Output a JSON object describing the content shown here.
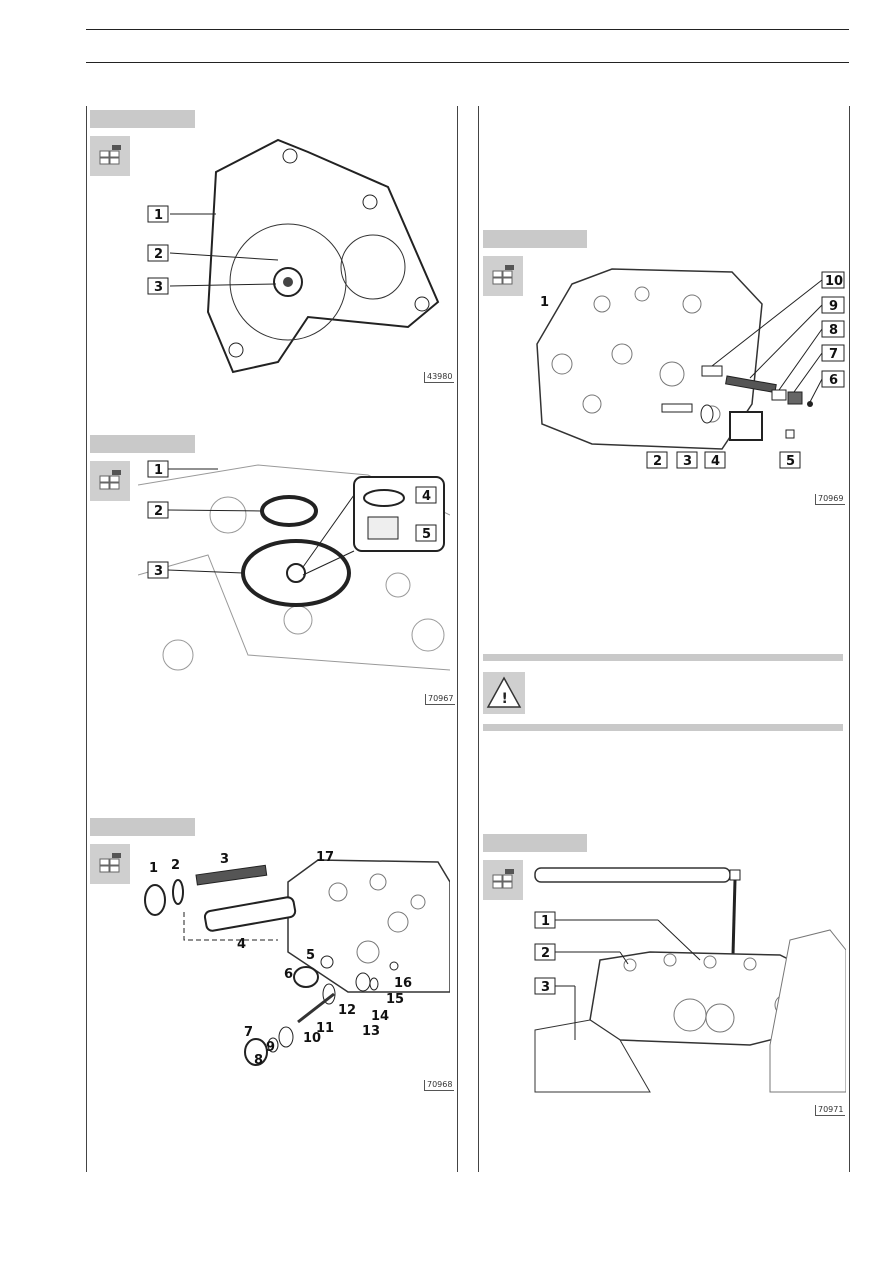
{
  "figures": {
    "fig1": {
      "number": "43980",
      "callouts": [
        "1",
        "2",
        "3"
      ]
    },
    "fig2": {
      "number": "70967",
      "callouts": [
        "1",
        "2",
        "3",
        "4",
        "5"
      ]
    },
    "fig3": {
      "number": "70968",
      "callouts": [
        "1",
        "2",
        "3",
        "4",
        "5",
        "6",
        "7",
        "8",
        "9",
        "10",
        "11",
        "12",
        "13",
        "14",
        "15",
        "16",
        "17"
      ]
    },
    "fig4": {
      "number": "70969",
      "callouts": [
        "1",
        "2",
        "3",
        "4",
        "5",
        "6",
        "7",
        "8",
        "9",
        "10"
      ]
    },
    "fig5": {
      "number": "70971",
      "callouts": [
        "1",
        "2",
        "3"
      ]
    }
  },
  "icons": {
    "section_icon": "exploded-view-icon",
    "warning_icon": "warning-triangle-icon",
    "warning_symbol": "!"
  },
  "colors": {
    "tab_gray": "#c9c9c9",
    "icon_gray": "#cfcfcf",
    "line_color": "#222222"
  }
}
